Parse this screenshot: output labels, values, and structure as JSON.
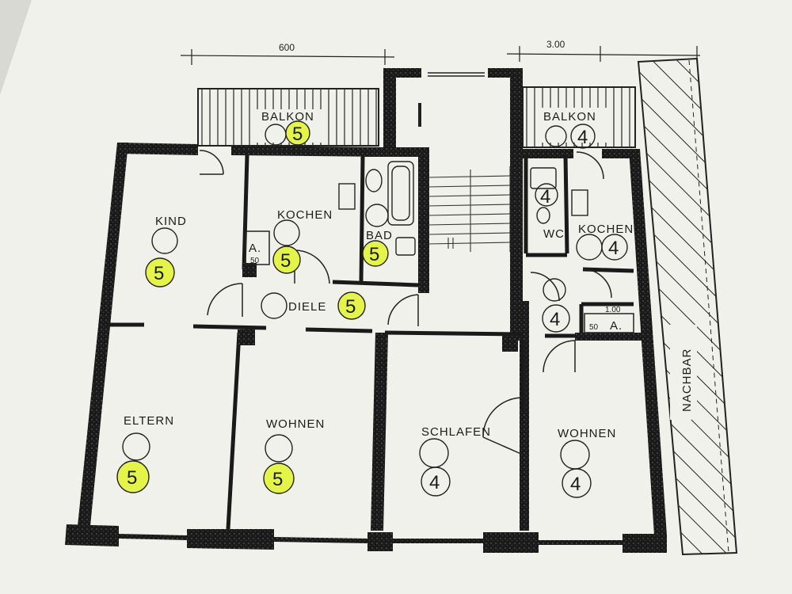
{
  "dimensions": {
    "left_width": "600",
    "right_width": "3.00",
    "small_dim": "1.00"
  },
  "labels": {
    "balkon_left": "BALKON",
    "balkon_right": "BALKON",
    "kind": "KIND",
    "kochen_left": "KOCHEN",
    "bad": "BAD",
    "diele": "DIELE",
    "eltern": "ELTERN",
    "wohnen_left": "WOHNEN",
    "schlafen": "SCHLAFEN",
    "wohnen_right": "WOHNEN",
    "kochen_right": "KOCHEN",
    "wc": "WC",
    "nachbar": "NACHBAR",
    "a_left": "A.",
    "a_left_num": "50",
    "a_right": "A.",
    "a_right_num": "50"
  },
  "markers": {
    "balkon_left": "5",
    "balkon_right": "4",
    "kind": "5",
    "kochen_left": "5",
    "bad": "5",
    "diele": "5",
    "eltern": "5",
    "wohnen_left": "5",
    "schlafen": "4",
    "wohnen_right": "4",
    "kochen_right": "4",
    "wc": "4",
    "flur_right": "4"
  },
  "colors": {
    "paper": "#f3f3ef",
    "wall": "#1a1a1a",
    "highlight": "#e4f548",
    "ink": "#1c1c1c"
  }
}
